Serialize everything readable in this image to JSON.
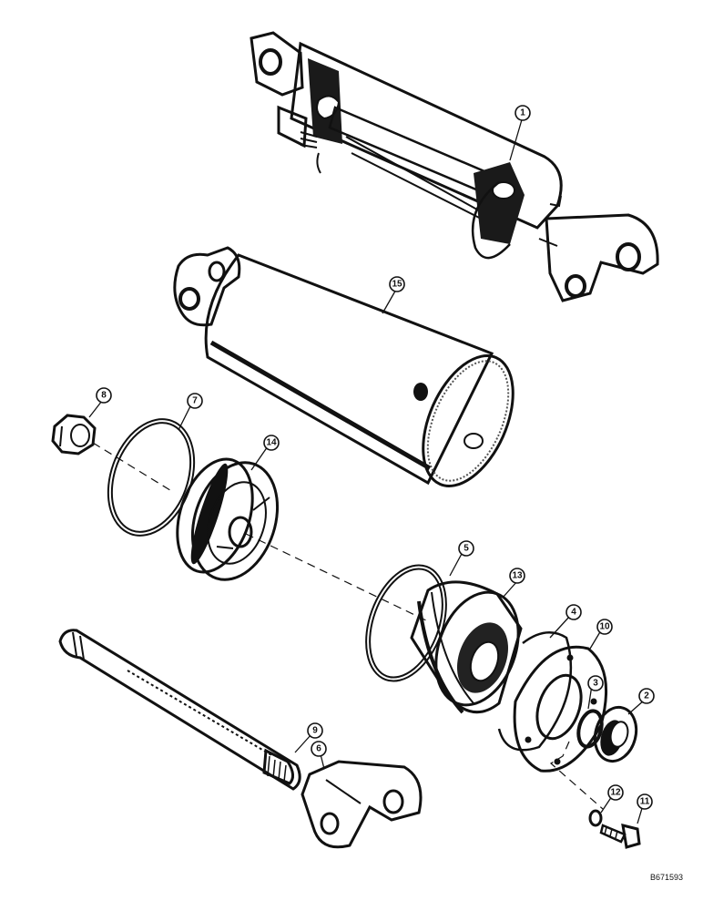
{
  "callouts": [
    {
      "id": "1",
      "label": "1"
    },
    {
      "id": "15",
      "label": "15"
    },
    {
      "id": "8",
      "label": "8"
    },
    {
      "id": "7",
      "label": "7"
    },
    {
      "id": "14",
      "label": "14"
    },
    {
      "id": "5",
      "label": "5"
    },
    {
      "id": "13",
      "label": "13"
    },
    {
      "id": "4",
      "label": "4"
    },
    {
      "id": "10",
      "label": "10"
    },
    {
      "id": "3",
      "label": "3"
    },
    {
      "id": "2",
      "label": "2"
    },
    {
      "id": "9",
      "label": "9"
    },
    {
      "id": "6",
      "label": "6"
    },
    {
      "id": "12",
      "label": "12"
    },
    {
      "id": "11",
      "label": "11"
    }
  ],
  "drawing_number": "B671593"
}
